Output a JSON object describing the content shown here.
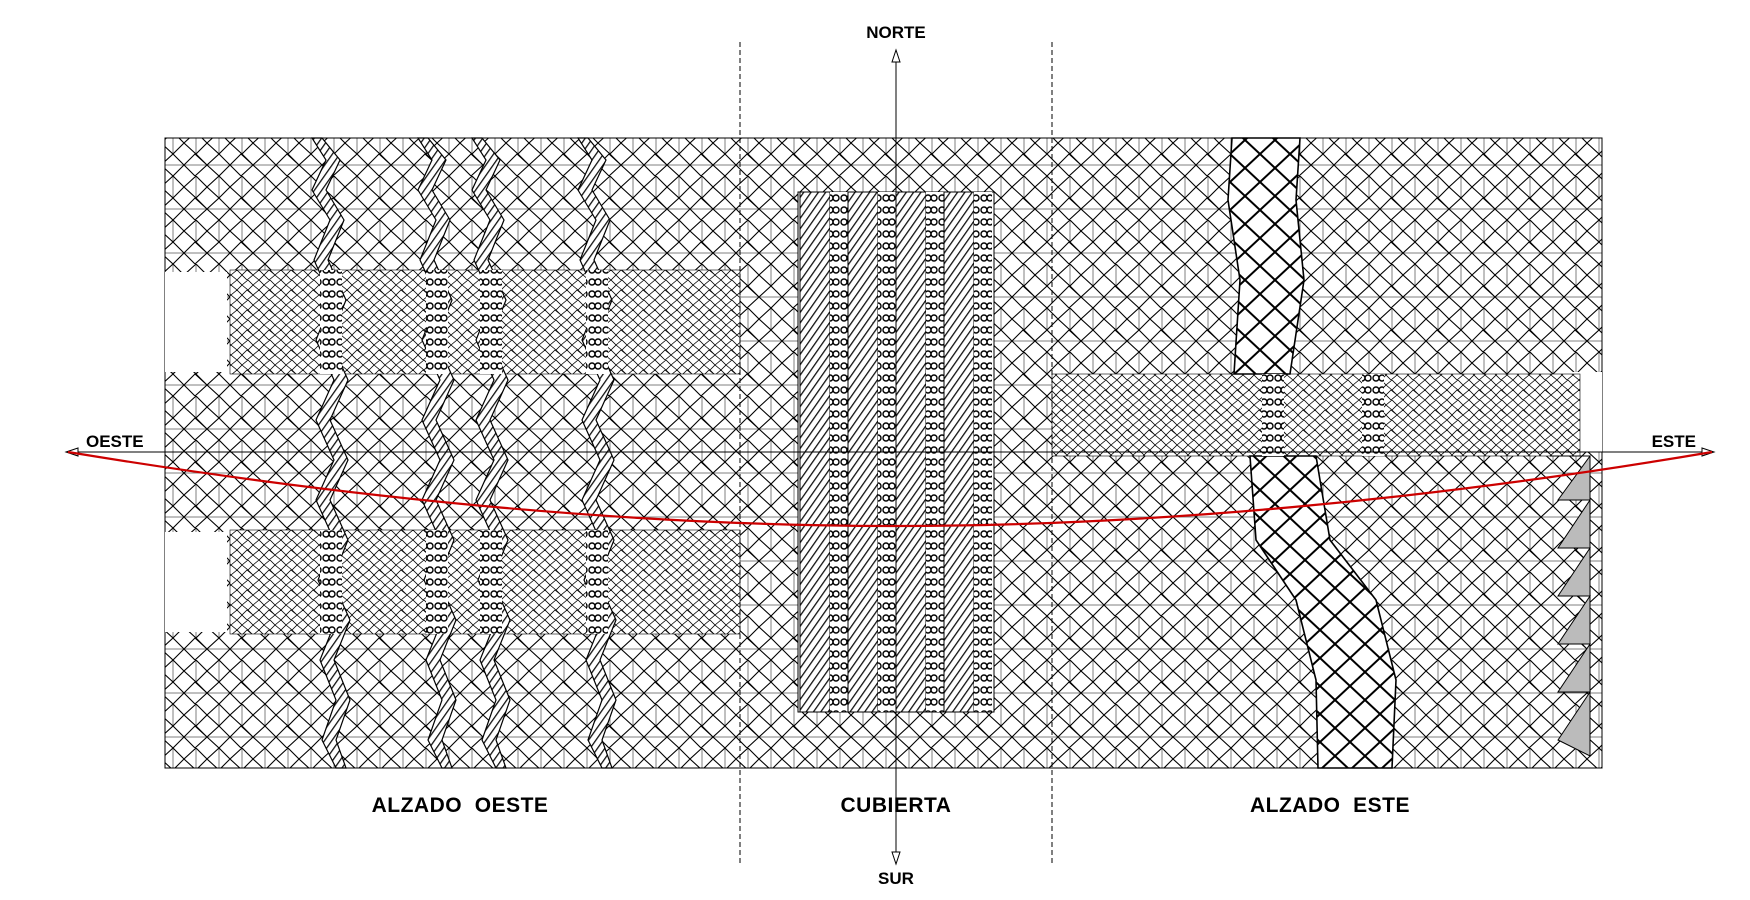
{
  "cardinal": {
    "north": "NORTE",
    "south": "SUR",
    "west": "OESTE",
    "east": "ESTE"
  },
  "sections": {
    "west_elevation": "ALZADO  OESTE",
    "roof": "CUBIERTA",
    "east_elevation": "ALZADO  ESTE"
  },
  "colors": {
    "line": "#000000",
    "hatch": "#222222",
    "sun_path": "#cc0000",
    "shading": "#bbbbbb"
  }
}
